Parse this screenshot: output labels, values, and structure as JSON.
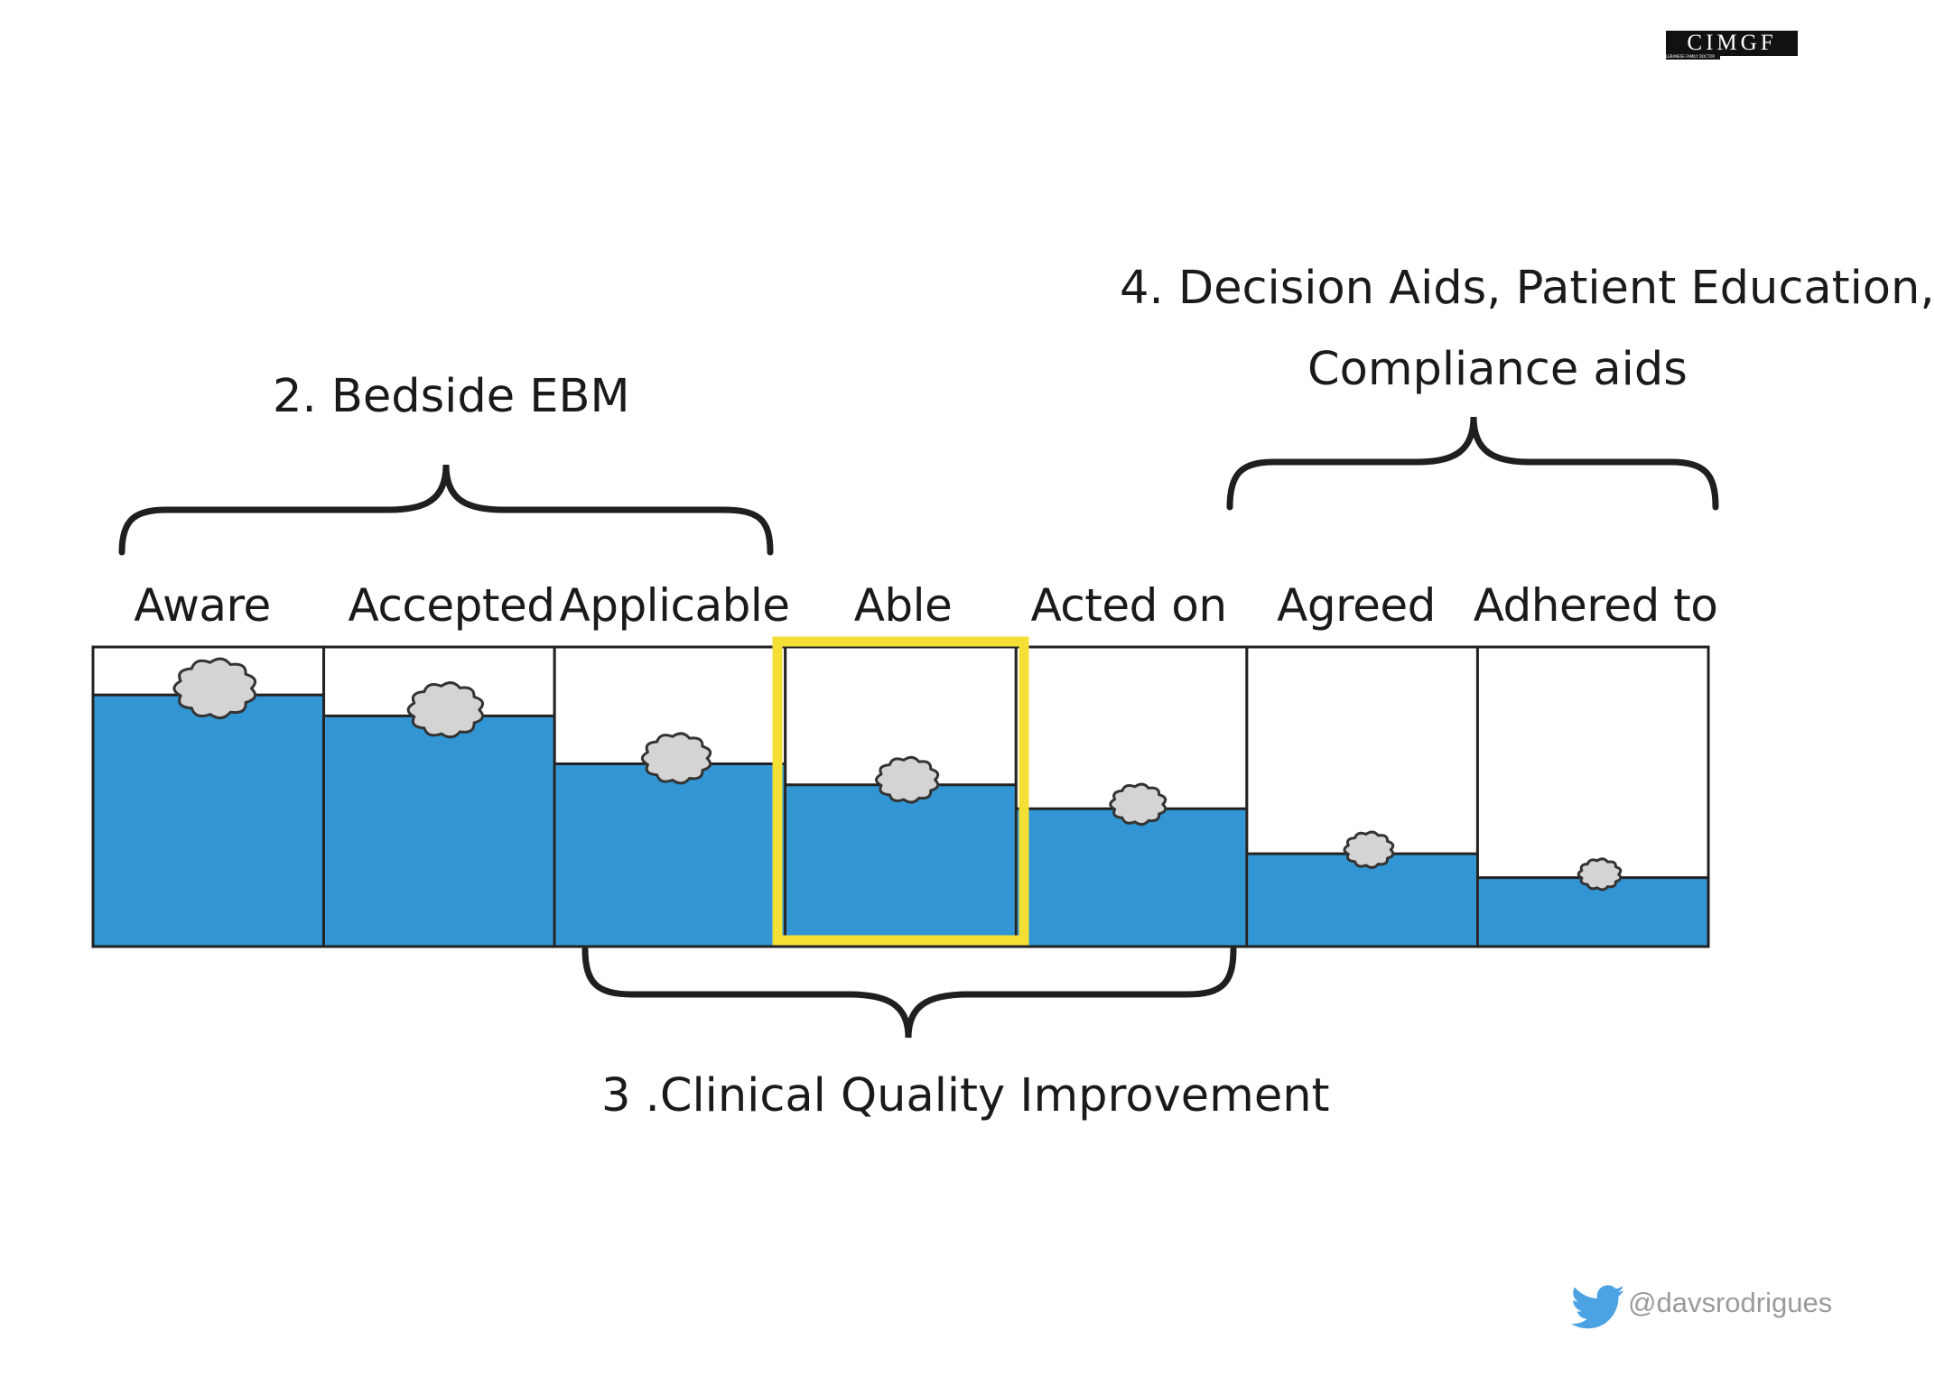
{
  "logo": {
    "text": "CIMGF",
    "subtitle": "LEBANESE FAMILY DOCTOR"
  },
  "groups": {
    "bedside": "2. Bedside EBM",
    "clinical": "3 .Clinical Quality Improvement",
    "decision_line1": "4. Decision Aids, Patient Education,",
    "decision_line2": "Compliance aids"
  },
  "stages": [
    {
      "label": "Aware",
      "fill": 0.84
    },
    {
      "label": "Accepted",
      "fill": 0.77
    },
    {
      "label": "Applicable",
      "fill": 0.61
    },
    {
      "label": "Able",
      "fill": 0.54
    },
    {
      "label": "Acted on",
      "fill": 0.46
    },
    {
      "label": "Agreed",
      "fill": 0.31
    },
    {
      "label": "Adhered to",
      "fill": 0.23
    }
  ],
  "highlighted_stage": "Able",
  "colors": {
    "water": "#3196d3",
    "highlight": "#f4e034",
    "cloud": "#d4d4d4",
    "twitter": "#4ba3e3"
  },
  "social": {
    "icon": "twitter-bird-icon",
    "handle": "@davsrodrigues"
  }
}
